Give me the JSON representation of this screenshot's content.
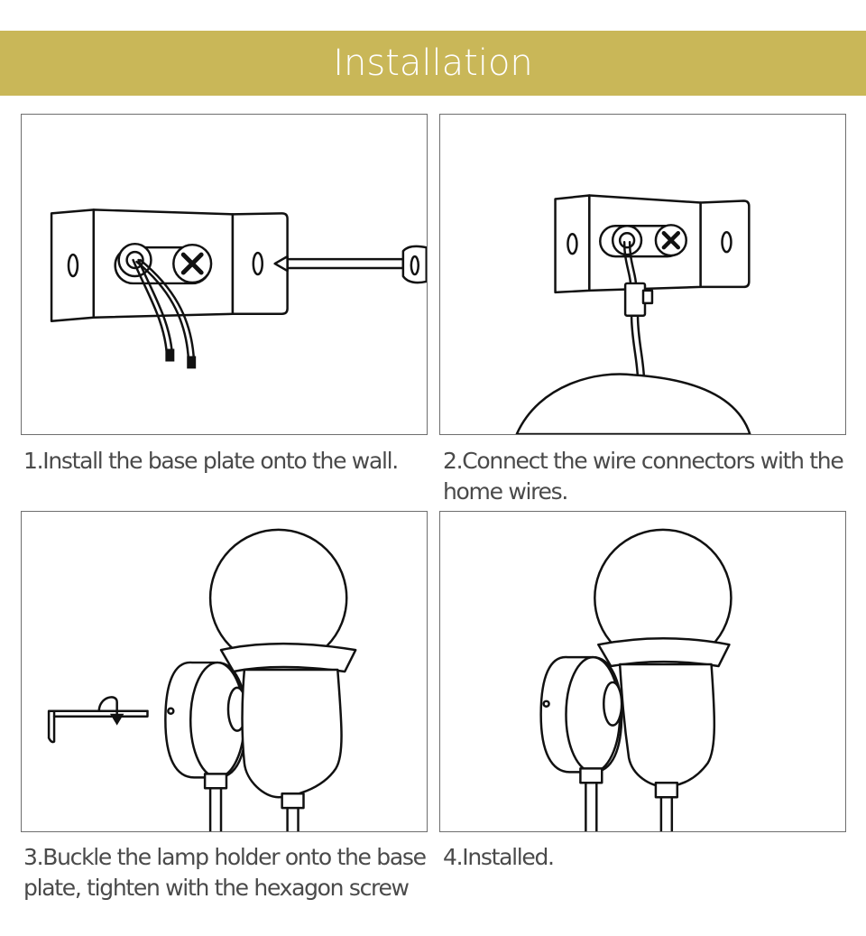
{
  "banner": {
    "title": "Installation",
    "color": "#c9b758"
  },
  "steps": [
    {
      "caption": "1.Install the base plate onto the wall."
    },
    {
      "caption": "2.Connect the wire connectors with the\nhome wires."
    },
    {
      "caption": "3.Buckle the lamp holder onto the base\nplate, tighten with the hexagon screw"
    },
    {
      "caption": "4.Installed."
    }
  ]
}
